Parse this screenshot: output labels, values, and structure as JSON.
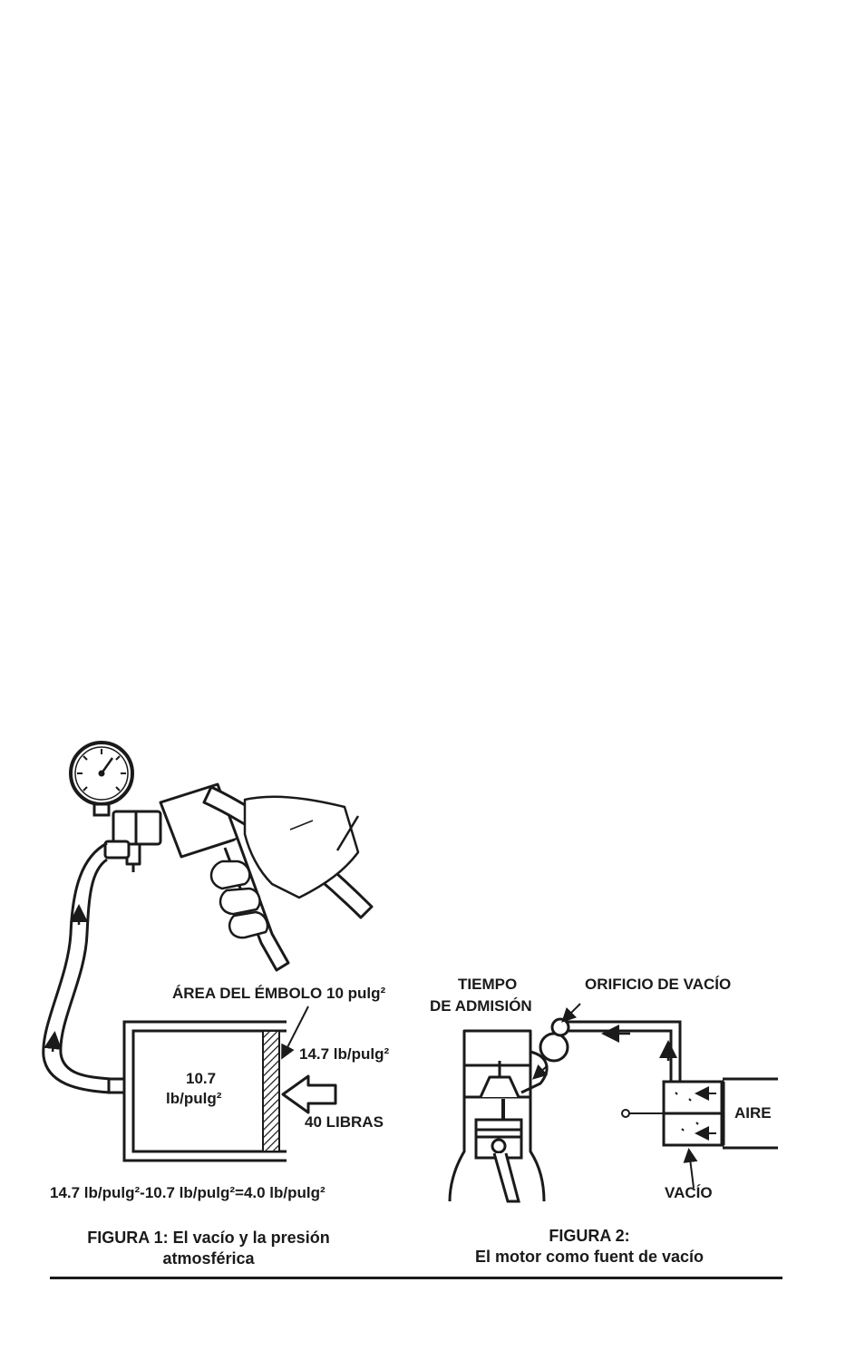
{
  "figure1": {
    "label_piston_area": "ÁREA DEL ÉMBOLO 10 pulg²",
    "label_outside_pressure": "14.7 lb/pulg²",
    "label_inside_value": "10.7",
    "label_inside_unit": "lb/pulg²",
    "label_force": "40 LIBRAS",
    "equation": "14.7 lb/pulg²-10.7 lb/pulg²=4.0 lb/pulg²",
    "caption_line1": "FIGURA 1: El vacío y la presión",
    "caption_line2": "atmosférica"
  },
  "figure2": {
    "label_stroke_line1": "TIEMPO",
    "label_stroke_line2": "DE ADMISIÓN",
    "label_port": "ORIFICIO DE VACÍO",
    "label_air": "AIRE",
    "label_vacuum": "VACÍO",
    "caption_line1": "FIGURA 2:",
    "caption_line2": "El motor como fuent de vacío"
  },
  "colors": {
    "ink": "#1a1a1a",
    "paper": "#ffffff"
  },
  "icons": [
    "vacuum-gauge-icon",
    "hand-pump-icon",
    "hand-icon",
    "engine-cylinder-icon",
    "piston-icon"
  ]
}
